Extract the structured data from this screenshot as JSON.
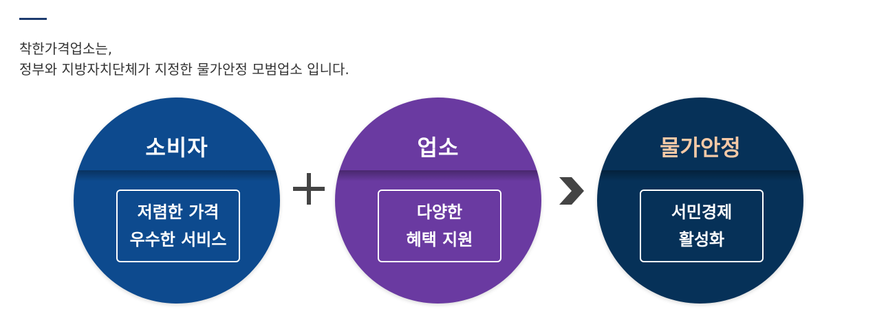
{
  "intro": {
    "line1": "착한가격업소는,",
    "line2": "정부와 지방자치단체가 지정한 물가안정 모범업소 입니다."
  },
  "circles": [
    {
      "title": "소비자",
      "box_line1": "저렴한 가격",
      "box_line2": "우수한 서비스",
      "color": "#0d4a8e"
    },
    {
      "title": "업소",
      "box_line1": "다양한",
      "box_line2": "혜택 지원",
      "color": "#6a3aa1"
    },
    {
      "title": "물가안정",
      "box_line1": "서민경제",
      "box_line2": "활성화",
      "color": "#063158",
      "title_color": "#f6c9a6"
    }
  ],
  "connectors": {
    "plus_icon": "plus-icon",
    "arrow_icon": "chevron-right-icon",
    "color": "#444444"
  },
  "accent_color": "#1c3a6e"
}
